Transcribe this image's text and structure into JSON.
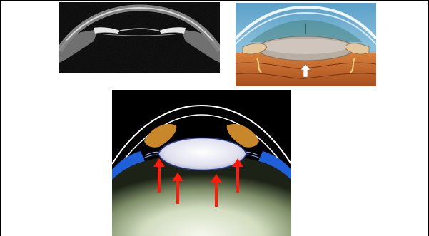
{
  "figure": {
    "panels": [
      {
        "name": "oct-scan",
        "kind": "grayscale anterior segment OCT"
      },
      {
        "name": "eye-cross-section-illustration",
        "kind": "colored anatomical illustration"
      },
      {
        "name": "lens-force-diagram",
        "kind": "schematic with upward arrows"
      }
    ]
  },
  "colors": {
    "frame": "#000000",
    "arrow": "#ff1a0a",
    "ciliary": "#c8872a",
    "sclera_blue": "#1f5fd8",
    "lens": "#e7e8f4"
  }
}
